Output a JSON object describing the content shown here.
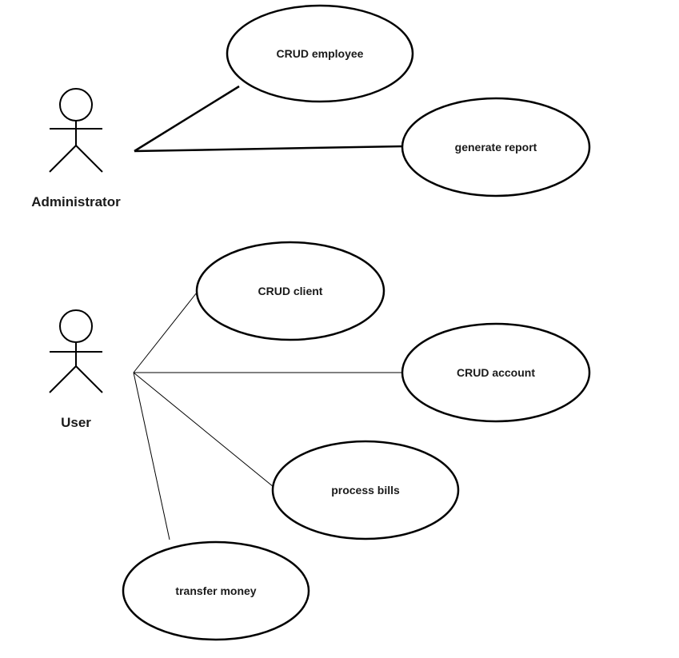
{
  "actors": {
    "administrator": {
      "label": "Administrator"
    },
    "user": {
      "label": "User"
    }
  },
  "use_cases": {
    "crud_employee": "CRUD employee",
    "generate_report": "generate report",
    "crud_client": "CRUD client",
    "crud_account": "CRUD account",
    "process_bills": "process bills",
    "transfer_money": "transfer money"
  },
  "colors": {
    "stroke": "#000000",
    "text": "#1a1a1a",
    "background": "#ffffff"
  }
}
